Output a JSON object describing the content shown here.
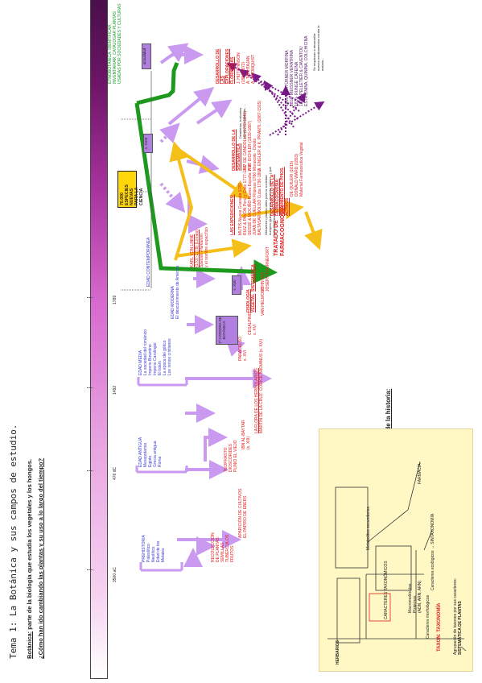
{
  "page": {
    "title": "Tema 1: La Botánica y sus campos de estudio.",
    "subtitle_label": "Botánica:",
    "subtitle_text": "parte de la biología que estudia los vegetales y los hongos.",
    "question": "¿Cómo han ido cambiando las plantas y su uso a lo largo del tiempo?",
    "footer_title": "Modelo que se ha tenido a lo largo de la historia:"
  },
  "timeline": {
    "dates": [
      "3500 aC",
      "476 dC",
      "1492",
      "1789"
    ],
    "eras": {
      "prehistoria": [
        "PREHISTORIA",
        "Paleolítico",
        "Neolítico",
        "Edad de los",
        "Metales"
      ],
      "antigua": [
        "EDAD ANTIGUA",
        "Mesopotamia",
        "Egipto",
        "Grecia antigua",
        "Roma"
      ],
      "media": [
        "EDAD MEDIA",
        "La sociedad del románico",
        "Imperio Bizantino",
        "Imperio Carolingio",
        "El Islam",
        "La época del gótico",
        "Los reinos cristianos"
      ],
      "moderna": [
        "EDAD MODERNA",
        "El descubrimiento de América"
      ],
      "contemporanea": "EDAD CONTEMPORÁNEA"
    },
    "prehistory_facts": [
      "RECOLECCIÓN",
      "DE PLANTAS:",
      "SEMILLAS",
      "TUBÉRCULOS",
      "FRUTOS"
    ],
    "agriculture": [
      "APARICIÓN DE CULTIVOS",
      "EL PAPIRO DE EBERS"
    ],
    "ancients": [
      "TEOFRASTO",
      "DIOSCÓRIDES",
      "PLINIO EL VIEJO"
    ],
    "islam": [
      "IBN AL-BAYTAR",
      "(s. XIII)"
    ],
    "middle_age_items": [
      "LA FLORA DE LOS HERBOLARIOS",
      "MARTIN DE LA CRUZ: CÓDICE BADIANUS (s. XVI)"
    ]
  },
  "modern": {
    "boxes": [
      "1ª CATEDRA DE BOTÁNICA",
      "s. XVII",
      "s. XVIII",
      "actualidad"
    ],
    "paracelso": [
      "PARACELSO",
      "s. XVI"
    ],
    "cesalpino": [
      "CESALPINO",
      "s. XVI"
    ],
    "fisiologia": [
      "FISIOLOGÍA",
      "VEGETAL"
    ],
    "sistematica": "SISTEMÁTICA",
    "authors_17": [
      "VAN HELMONT",
      "JOHN RAY",
      "JOSEPH TOURNEFORT"
    ],
    "tratado": [
      "TRATADO DE",
      "FARMACOGNOSIA"
    ],
    "linne": [
      "KARL VON LINNÉ",
      "(1707-1778) (Linneo)",
      "Species Plantarum",
      "y el nombre específico"
    ],
    "species_box": [
      "70.000 ESPECIES NUEVAS",
      "PARA LA CIENCIA"
    ],
    "expeditions_title": "LAS EXPEDICIONES:",
    "expeditions": [
      "MUTIS Nueva Granada 1783",
      "RUIZ & PAVÓN Perú y Chile 1777-1787",
      "SESSÉ & MOCIÑO Nueva España 1787",
      "JUAN DE CUELLAR Filipinas 1786",
      "BALTASAR BOLDÓ Cuba 1796-1802"
    ],
    "expeditions_note": "Obtuvieron plantas útiles para la sociedad europea (quina, canela, pimienta, tabaco...) que luego se estudiaban y describían.",
    "desarrollo_sist": [
      "DESARROLLO DE LA",
      "SISTEMÁTICA"
    ],
    "sist_authors": [
      "A.P. DE CANDOLLE (1778-1841)",
      "A.W. EICHLER (1839-1887)",
      "Monocots - Dicots",
      "A. ENGLER & K. PRANTL (1887-1915)"
    ],
    "desarrollo_farm": [
      "DESARROLLO DE LA",
      "FARMACOGNOSIA:",
      "AISLAMIENTO DE PPIOS.",
      "ACTIVOS"
    ],
    "farm_authors": [
      "DE QUILERI (1815)",
      "DONALD WARD (1893)",
      "Material Farmacéutica Vegetal"
    ],
    "farm_names": [
      "1805- SERTÜRNER MORFINA",
      "1818- MEISSNER VERATRINA",
      "1820- RUNGE CAFEÍNA",
      "1820- PELLETIER & CAVENTOU",
      "ESTRICNINA, QUININA, COLCHICINA"
    ],
    "farm_note": "Se empiezan a desarrollar nuevos medicamentos contra la malaria...",
    "desarrollo_expl": [
      "DESARROLLO DE",
      "LAS",
      "EXPLORACIONES",
      "FLORÍSTICAS"
    ],
    "expl_authors": [
      "J. HUTCHINSON",
      "(1884-1972)",
      "A. TAKHTAJAN",
      "A. CRONQUIST"
    ],
    "etno": [
      "ETNOBOTÁNICA: IDENTIFICAR,",
      "INVENTARIAR, CATALOGAR PLANTAS",
      "USADAS POR SOCIEDADES Y CULTURAS"
    ],
    "pre_synth": [
      "Destilerías, boticarios",
      "botánicos, ilustración, ..."
    ]
  },
  "diagram": {
    "agrupacion": [
      "Agrupación de taxones por sus caracteres:",
      "SISTEMÁTICA DE PLANTAS"
    ],
    "taxon": "TAXON: TAXONOMÍA",
    "caracteres_ecologicos": "Caracteres ecológicos → SINTAXONOMÍA",
    "caracteres_morfo": "Caracteres morfológicos",
    "macromoleculas": [
      "Macromoléculas",
      "Proteínas",
      "(ADN, ARN, ARN)"
    ],
    "caracteres_tax": "CARACTERES TAXONÓMICOS",
    "metabolitos": "Metabolitos secundarios",
    "farmacia": "FARMACIA",
    "herbarios": "HERBARIOS"
  },
  "colors": {
    "timeline_dark": "#4a0f4a",
    "timeline_light": "#e78be0",
    "arrow_purple": "#c99af0",
    "arrow_yellow": "#f5bf1a",
    "arrow_green": "#1d9a1d",
    "text_blue": "#3a3ad0",
    "text_red": "#e02020",
    "diagram_bg": "#fff7c4"
  }
}
